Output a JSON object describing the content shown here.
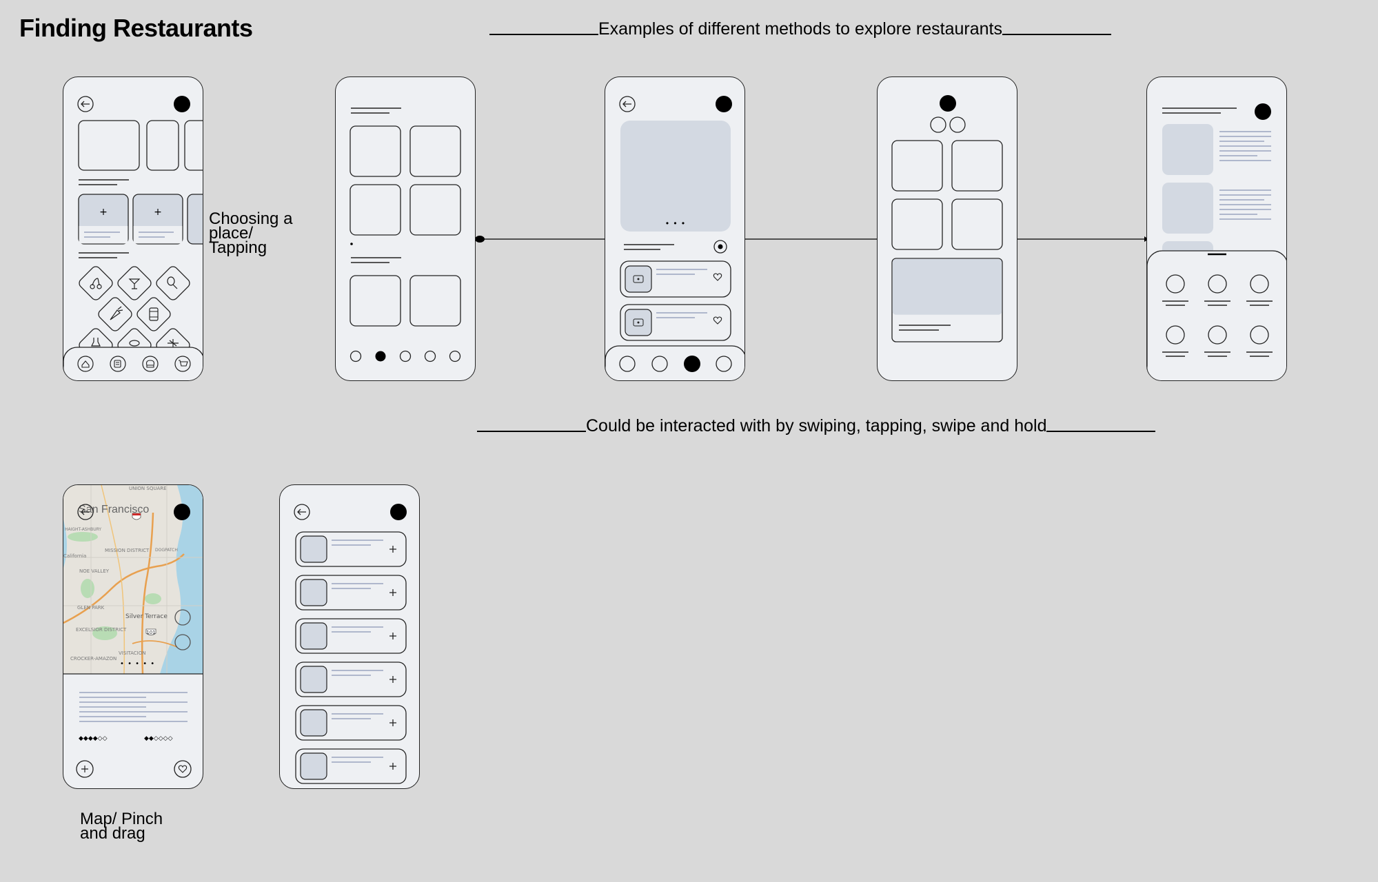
{
  "page": {
    "title": "Finding Restaurants",
    "heading_top": "Examples of different methods to explore restaurants",
    "heading_middle": "Could be interacted with by swiping, tapping, swipe and hold"
  },
  "captions": {
    "choosing": "Choosing a place/ Tapping",
    "map": "Map/ Pinch and drag"
  },
  "map_screen": {
    "city": "San Francisco",
    "labels": [
      "UNION SQUARE",
      "HAIGHT-ASHBURY",
      "MISSION DISTRICT",
      "DOGPATCH",
      "NOE VALLEY",
      "GLEN PARK",
      "Silver Terrace",
      "EXCELSIOR DISTRICT",
      "VISITACION",
      "CROCKER-AMAZON",
      "California"
    ],
    "highway": "101",
    "map_dots": "• • • • •",
    "rating_a": "◆◆◆◆◇◇",
    "rating_b": "◆◆◇◇◇◇"
  },
  "screen3": {
    "dots": "• • •"
  },
  "colors": {
    "background": "#d9d9d9",
    "phone_fill": "#eef0f3",
    "placeholder_fill": "#d3d9e2",
    "text_line": "#9aa4c0",
    "water": "#a9d3e6",
    "park": "#b8dcb4",
    "road": "#e8a04f"
  },
  "icons": {
    "back": "back-arrow-icon",
    "profile": "profile-avatar-icon",
    "plus": "plus-icon",
    "heart": "heart-icon",
    "home": "home-icon",
    "menu": "menu-icon",
    "chef": "chef-hat-icon",
    "cart": "cart-icon",
    "radio": "radio-target-icon",
    "cherry": "cherry-icon",
    "cocktail": "cocktail-icon",
    "drumstick": "drumstick-icon",
    "carrot": "carrot-icon",
    "can": "can-icon"
  }
}
